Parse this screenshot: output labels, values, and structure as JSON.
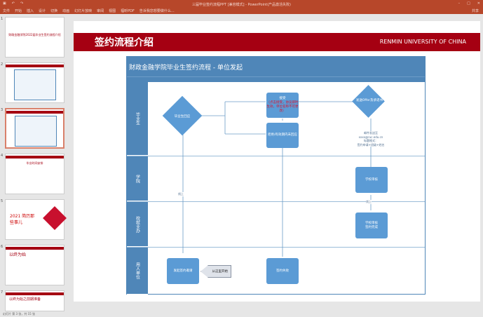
{
  "window": {
    "title": "三届毕业签约流程PPT [兼容模式] - PowerPoint(产品激活失败)",
    "menu": [
      "文件",
      "开始",
      "插入",
      "设计",
      "切换",
      "动画",
      "幻灯片放映",
      "审阅",
      "视图",
      "福昕PDF",
      "告诉我您想要做什么..."
    ],
    "share": "共享",
    "accent": "#b7472a"
  },
  "thumbnails": [
    {
      "num": "1",
      "text": "财政金融学院2022届毕业生签约流程介绍"
    },
    {
      "num": "2",
      "text": ""
    },
    {
      "num": "3",
      "text": "",
      "selected": true
    },
    {
      "num": "4",
      "text": "毕业时间安排"
    },
    {
      "num": "5",
      "text": "2021 简历那些事儿"
    },
    {
      "num": "6",
      "text": "以终为始"
    },
    {
      "num": "7",
      "text": "以终为始之前期准备"
    }
  ],
  "slide": {
    "header": "签约流程介绍",
    "university": "RENMIN UNIVERSITY OF CHINA",
    "banner_color": "#a50012",
    "diagram": {
      "title": "财政金融学院毕业生签约流程 - 单位发起",
      "lanes": [
        "毕业生",
        "学院",
        "校就业办",
        "用人单位"
      ],
      "nodes": {
        "respond": "毕业生回应",
        "accept": "接受",
        "accept_note": "（点击接受，协议即时生效，单位名称不可更改）",
        "reject": "拒绝/有效期内未回应",
        "send_offer": "发送Offer及承诺书",
        "mail_note": [
          "邮件发送至",
          "xxxx@ruc.edu.cn",
          "标题格式：",
          "签约申请+班级+姓名"
        ],
        "college_review": "学校审核",
        "school_review": [
          "学校审核",
          "签约完成"
        ],
        "initiate": "发起签约邀请",
        "start": "从这里开始",
        "fail": "签约失败",
        "online1": "线上",
        "online2": "线上"
      }
    }
  },
  "status": {
    "text": "幻灯片 第 3 张，共 15 张"
  }
}
